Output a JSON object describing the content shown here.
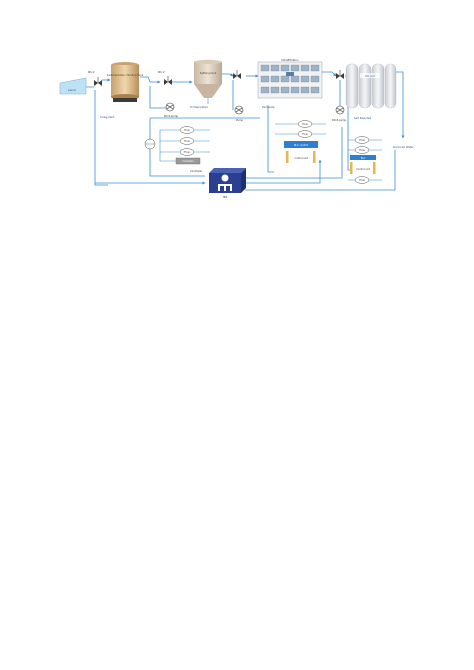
{
  "labels": {
    "source": "panel",
    "valve_1": "ΦΛ-V",
    "tank_1": "Sedimentation Holding Tank",
    "dosing_1": "Coagulant",
    "valve_2": "ΦΛ-V",
    "pump_1": "ΦΛ-P-pump",
    "tank_2": "Settling tank",
    "tank_2_out": "Oil Separated",
    "pump_2": "Pump",
    "membrane": "Ultrafiltration",
    "membrane_out": "Permeate",
    "pump_3": "RO-P-pump",
    "ro_vessels": "RO unit",
    "ro_out": "Salt Rejected",
    "final_out": "Produced Water",
    "ctrl_left_1": "Flow",
    "ctrl_left_2": "Flow",
    "ctrl_left_3": "Flow",
    "ctrl_left_box": "Controller",
    "ctrl_bottom": "Controller",
    "ctrl_mid_1": "Flow",
    "ctrl_mid_2": "Flow",
    "ctrl_mid_box": "PLC control",
    "ctrl_mid_note": "control unit",
    "ctrl_right_1": "Flow",
    "ctrl_right_2": "Flow",
    "ctrl_right_box": "PLC",
    "ctrl_right_note": "Control unit",
    "ctrl_right_3": "Flow",
    "hmi": "HMI"
  },
  "colors": {
    "line": "#3b8fd6",
    "tank_1": "#d9b98a",
    "tank_2": "#d7c7b5",
    "plc": "#2f7fd1",
    "hmi": "#2a3f8f",
    "vessel": "#e6e8eb",
    "source": "#bfe1f6"
  }
}
